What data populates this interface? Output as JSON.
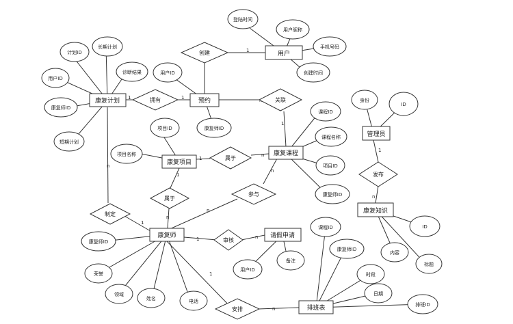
{
  "entities": {
    "user": "用户",
    "appointment": "预约",
    "rehab_plan": "康复计划",
    "rehab_project": "康复项目",
    "rehab_course": "康复课程",
    "rehab_therapist": "康复师",
    "leave_request": "请假申请",
    "schedule": "排班表",
    "admin": "管理员",
    "rehab_knowledge": "康复知识"
  },
  "relations": {
    "create": "创建",
    "has": "拥有",
    "associate": "关联",
    "belongs_a": "属于",
    "belongs_b": "属于",
    "participate": "参与",
    "formulate": "制定",
    "approve": "审核",
    "arrange": "安排",
    "publish": "发布"
  },
  "attributes": {
    "login_time": "登陆时间",
    "nickname": "用户昵称",
    "phone_no": "手机号码",
    "create_time": "创建时间",
    "plan_id": "计划ID",
    "long_plan": "长期计划",
    "plan_user_id": "用户ID",
    "diagnosis": "诊断结果",
    "plan_therapist_id": "康复师ID",
    "short_plan": "短期计划",
    "appt_user_id": "用户ID",
    "appt_therapist_id": "康复师ID",
    "project_id": "项目ID",
    "project_name": "项目名称",
    "course_id": "课程ID",
    "course_name": "课程名称",
    "course_project_id": "项目ID",
    "course_therapist_id": "康复师ID",
    "identity": "身份",
    "admin_id": "ID",
    "knowledge_id": "ID",
    "content": "内容",
    "title": "标题",
    "th_therapist_id": "康复师ID",
    "honor": "荣誉",
    "field": "领域",
    "name": "姓名",
    "phone": "电话",
    "leave_user_id": "用户ID",
    "remark": "备注",
    "sched_course_id": "课程ID",
    "sched_therapist_id": "康复师ID",
    "period": "时段",
    "date": "日期",
    "sched_id": "排班ID"
  },
  "cardinality": {
    "one": "1",
    "many": "n"
  }
}
